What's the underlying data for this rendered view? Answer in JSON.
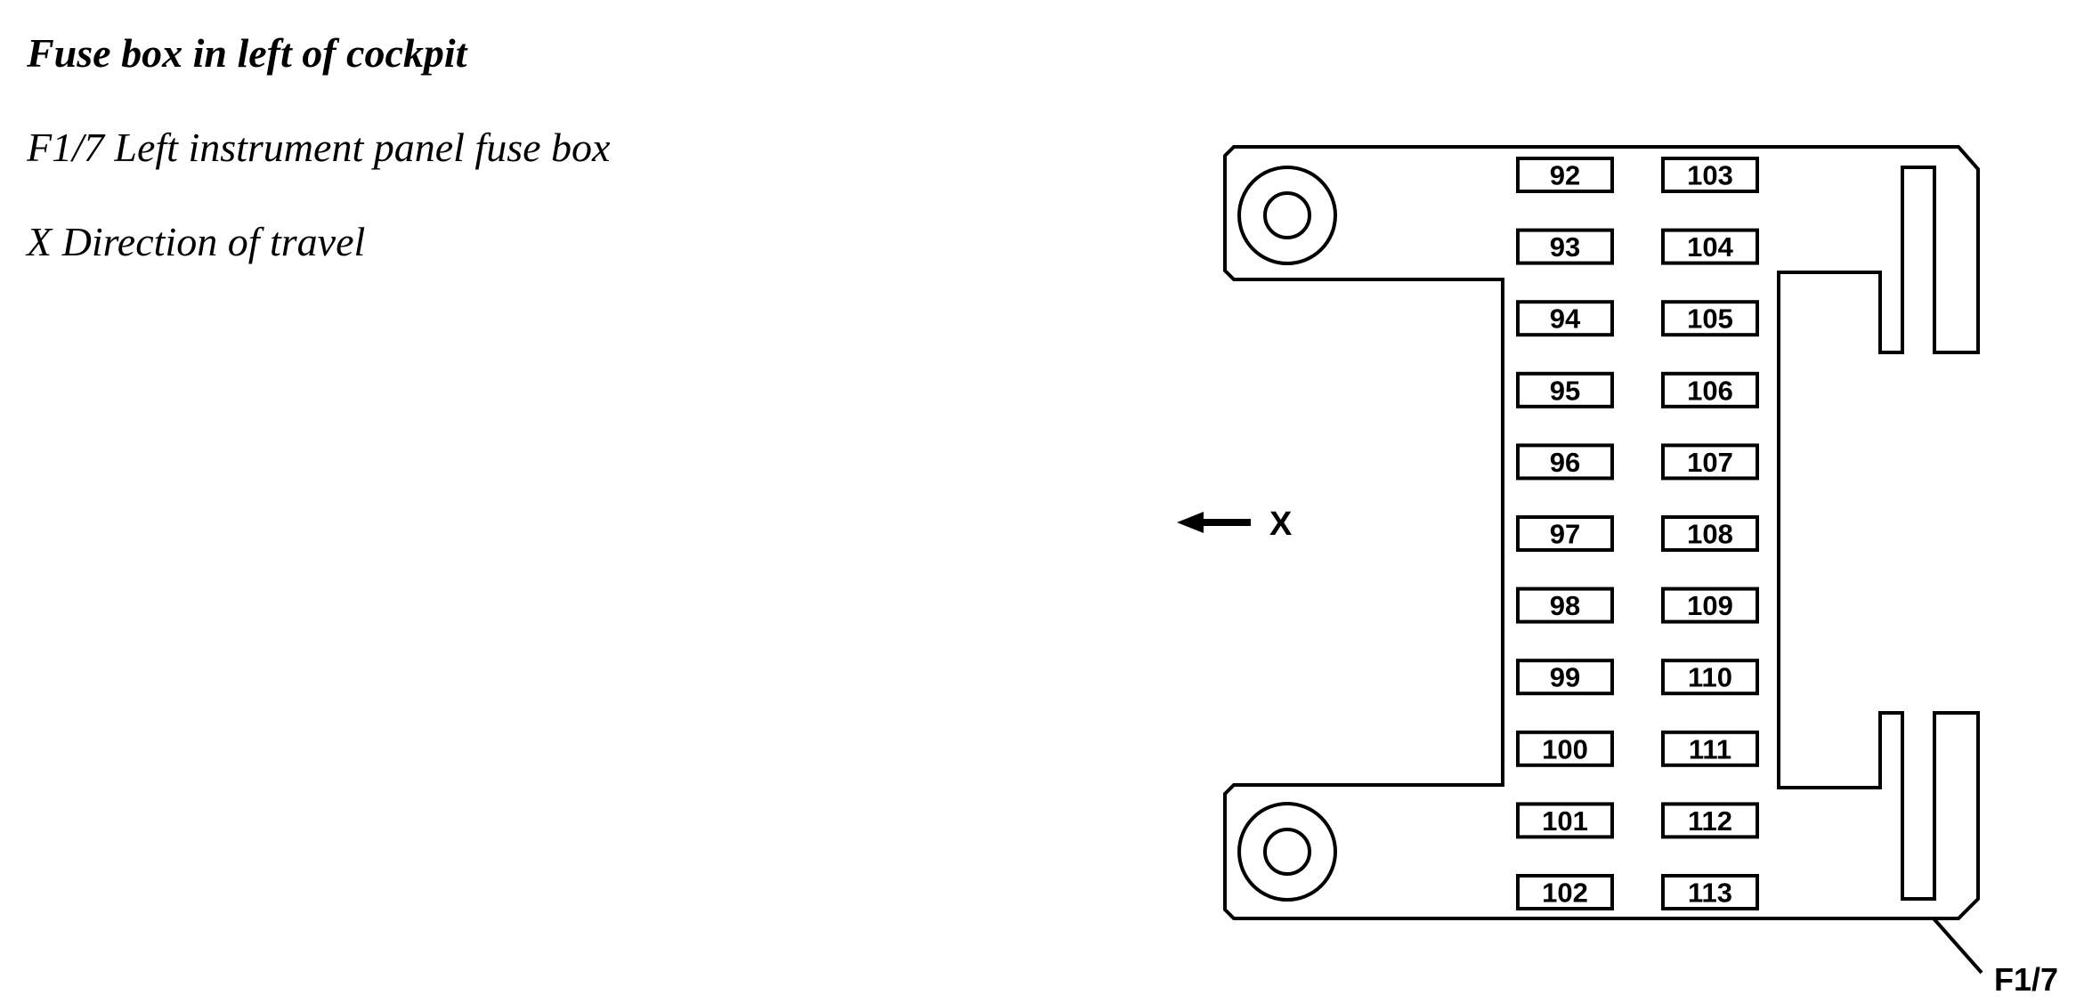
{
  "title": "Fuse box in left of cockpit",
  "legend": [
    "F1/7 Left instrument panel fuse box",
    "X Direction of travel"
  ],
  "diagram": {
    "direction_label": "X",
    "component_label": "F1/7",
    "fuses_left_column": [
      "92",
      "93",
      "94",
      "95",
      "96",
      "97",
      "98",
      "99",
      "100",
      "101",
      "102"
    ],
    "fuses_right_column": [
      "103",
      "104",
      "105",
      "106",
      "107",
      "108",
      "109",
      "110",
      "111",
      "112",
      "113"
    ]
  }
}
